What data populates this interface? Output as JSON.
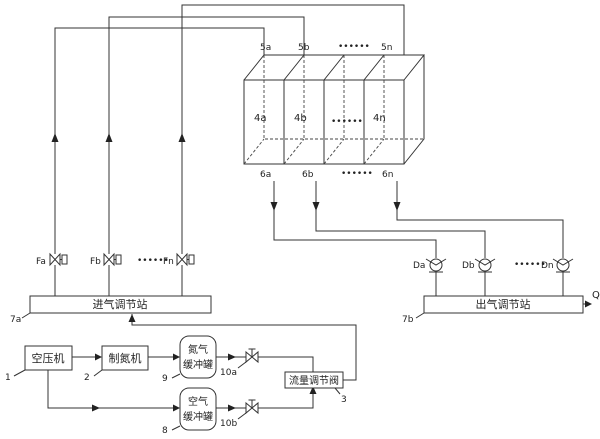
{
  "chambers": {
    "top_labels": [
      "5a",
      "5b",
      "5n"
    ],
    "top_dots": "••••••",
    "inner_labels": [
      "4a",
      "4b",
      "4n"
    ],
    "inner_dots": "••••••",
    "bottom_labels": [
      "6a",
      "6b",
      "6n"
    ],
    "bottom_dots": "••••••"
  },
  "inlet": {
    "valve_labels": [
      "Fa",
      "Fb",
      "Fn"
    ],
    "dots": "••••••",
    "station_label": "进气调节站",
    "station_number": "7a"
  },
  "outlet": {
    "flowmeter_labels": [
      "Da",
      "Db",
      "Dn"
    ],
    "dots": "••••••",
    "station_label": "出气调节站",
    "station_number": "7b",
    "output_label": "Q"
  },
  "equipment": {
    "compressor": "空压机",
    "compressor_number": "1",
    "nitrogen_generator": "制氮机",
    "nitrogen_generator_number": "2",
    "nitrogen_tank_line1": "氮气",
    "nitrogen_tank_line2": "缓冲罐",
    "nitrogen_tank_number": "9",
    "air_tank_line1": "空气",
    "air_tank_line2": "缓冲罐",
    "air_tank_number": "8",
    "valve_a_number": "10a",
    "valve_b_number": "10b",
    "flow_valve": "流量调节阀",
    "flow_valve_number": "3"
  }
}
